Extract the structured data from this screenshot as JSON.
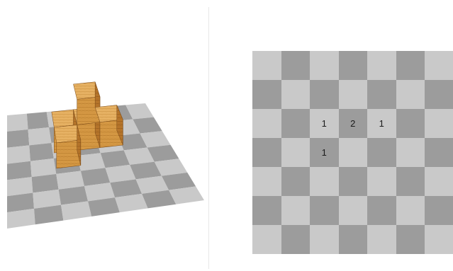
{
  "board": {
    "columns": 7,
    "rows": 7,
    "colors": {
      "light": "#c9c9c9",
      "dark": "#9c9c9c"
    }
  },
  "cube": {
    "colors": {
      "top": "#e6b163",
      "left": "#d79a45",
      "right": "#b8772b",
      "grain": "#8a5520"
    }
  },
  "height_map": {
    "rows": [
      [
        "",
        "",
        "",
        "",
        "",
        "",
        ""
      ],
      [
        "",
        "",
        "",
        "",
        "",
        "",
        ""
      ],
      [
        "",
        "",
        "1",
        "2",
        "1",
        "",
        ""
      ],
      [
        "",
        "",
        "1",
        "",
        "",
        "",
        ""
      ],
      [
        "",
        "",
        "",
        "",
        "",
        "",
        ""
      ],
      [
        "",
        "",
        "",
        "",
        "",
        "",
        ""
      ],
      [
        "",
        "",
        "",
        "",
        "",
        "",
        ""
      ]
    ]
  }
}
